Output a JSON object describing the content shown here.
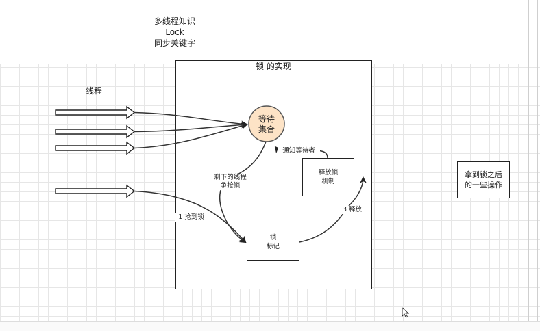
{
  "header": {
    "line1": "多线程知识",
    "line2": "Lock",
    "line3": "同步关键字"
  },
  "diagram": {
    "threads_label": "线程",
    "container_title": "锁 的实现",
    "wait_set": {
      "line1": "等待",
      "line2": "集合"
    },
    "release_box": {
      "line1": "释放锁",
      "line2": "机制"
    },
    "lock_box": {
      "line1": "锁",
      "line2": "标记"
    },
    "after_box": {
      "line1": "拿到锁之后",
      "line2": "的一些操作"
    },
    "edge_notify": "通知等待者",
    "edge_remaining": {
      "line1": "剩下的线程",
      "line2": "争抢锁"
    },
    "edge_acquire": "1 抢到锁",
    "edge_release": "3 释放"
  },
  "colors": {
    "wait_set_fill": "#fde3c6",
    "wait_set_stroke": "#555555",
    "stroke": "#222222",
    "grid": "#e6e6e6"
  }
}
